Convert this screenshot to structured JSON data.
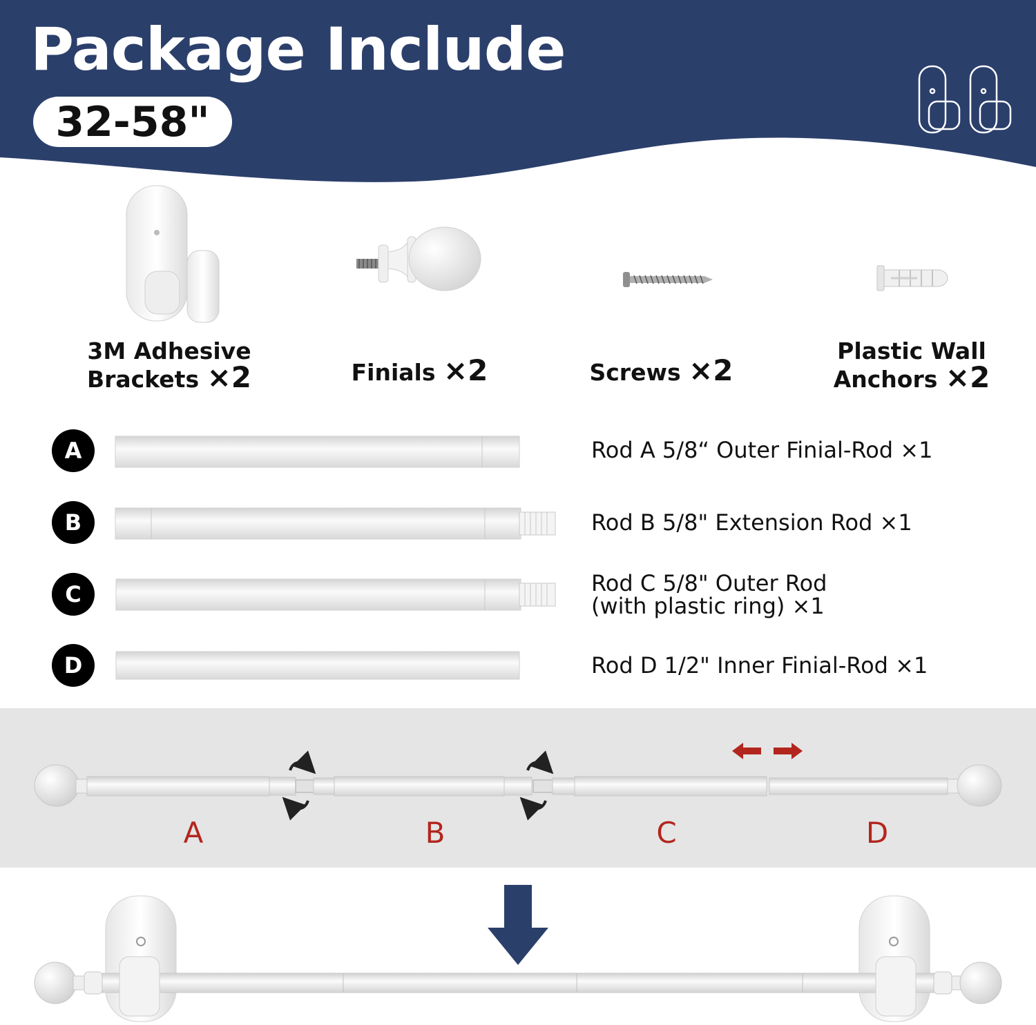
{
  "title": "Package Include",
  "size_badge": "32-58\"",
  "colors": {
    "navy": "#2b3f6b",
    "accent_red": "#b3261e",
    "band_gray": "#e5e5e5"
  },
  "parts": [
    {
      "name": "3M Adhesive",
      "name2": "Brackets",
      "qty": "×2",
      "icon": "adhesive-bracket"
    },
    {
      "name": "Finials",
      "qty": "×2",
      "icon": "finial"
    },
    {
      "name": "Screws",
      "qty": "×2",
      "icon": "screw"
    },
    {
      "name": "Plastic Wall",
      "name2": "Anchors",
      "qty": "×2",
      "icon": "wall-anchor"
    }
  ],
  "rods": [
    {
      "badge": "A",
      "text": "Rod A 5/8“ Outer Finial-Rod ×1"
    },
    {
      "badge": "B",
      "text": "Rod B 5/8\" Extension Rod ×1"
    },
    {
      "badge": "C",
      "text": "Rod C 5/8\" Outer Rod",
      "text2": "(with plastic ring) ×1"
    },
    {
      "badge": "D",
      "text": "Rod D 1/2\" Inner Finial-Rod ×1"
    }
  ],
  "assembly_letters": [
    "A",
    "B",
    "C",
    "D"
  ]
}
